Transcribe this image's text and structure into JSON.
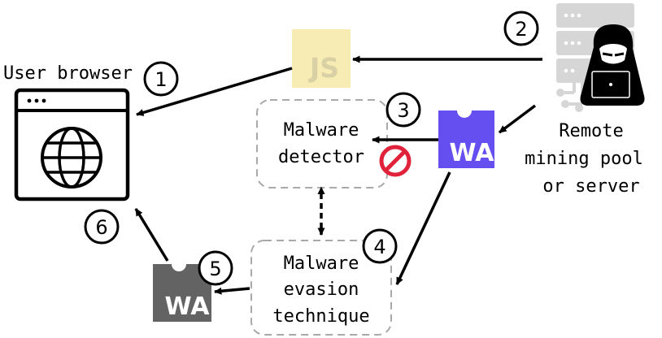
{
  "labels": {
    "user_browser": "User browser",
    "js_badge": "JS",
    "malware_detector": [
      "Malware",
      "detector"
    ],
    "evasion": [
      "Malware",
      "evasion",
      "technique"
    ],
    "remote": [
      "Remote",
      "mining pool",
      "or server"
    ],
    "wa_top": "WA",
    "wa_bottom": "WA"
  },
  "steps": [
    "1",
    "2",
    "3",
    "4",
    "5",
    "6"
  ],
  "colors": {
    "wa_purple": "#654ff0",
    "wa_gray": "#636363",
    "js_yellow": "#f7ecb3",
    "js_text": "#d9d0a6",
    "server_gray": "#d6d6d6",
    "block_red": "#e0223a",
    "dashed_border": "#a9a9a9"
  },
  "icons": {
    "browser": "browser-window-globe-icon",
    "server": "server-rack-icon",
    "hacker": "hooded-hacker-laptop-icon",
    "blocked": "no-entry-icon"
  }
}
